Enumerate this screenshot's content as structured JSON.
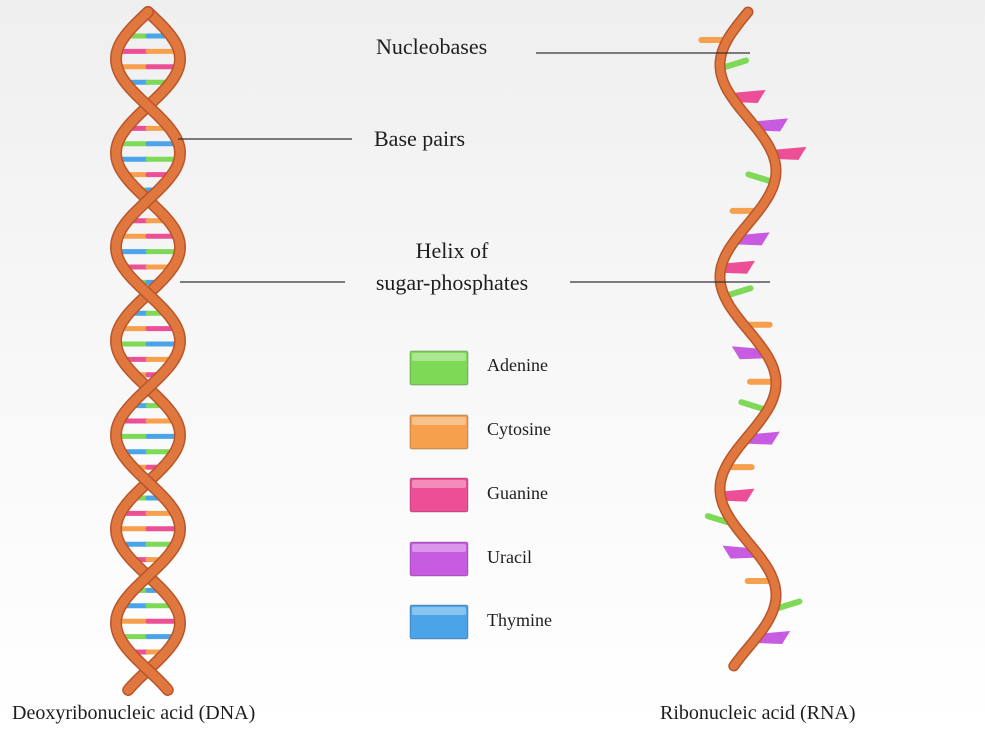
{
  "labels": {
    "nucleobases": "Nucleobases",
    "base_pairs": "Base pairs",
    "helix_line1": "Helix of",
    "helix_line2": "sugar-phosphates",
    "dna": "Deoxyribonucleic acid (DNA)",
    "rna": "Ribonucleic acid (RNA)"
  },
  "legend": [
    {
      "name": "Adenine",
      "color": "#7ed957"
    },
    {
      "name": "Cytosine",
      "color": "#f6a04d"
    },
    {
      "name": "Guanine",
      "color": "#ec4f95"
    },
    {
      "name": "Uracil",
      "color": "#c85ce0"
    },
    {
      "name": "Thymine",
      "color": "#4ba3e8"
    }
  ],
  "colors": {
    "strand": "#e0773f",
    "strand_dark": "#b8552a",
    "leader_line": "#333333"
  }
}
